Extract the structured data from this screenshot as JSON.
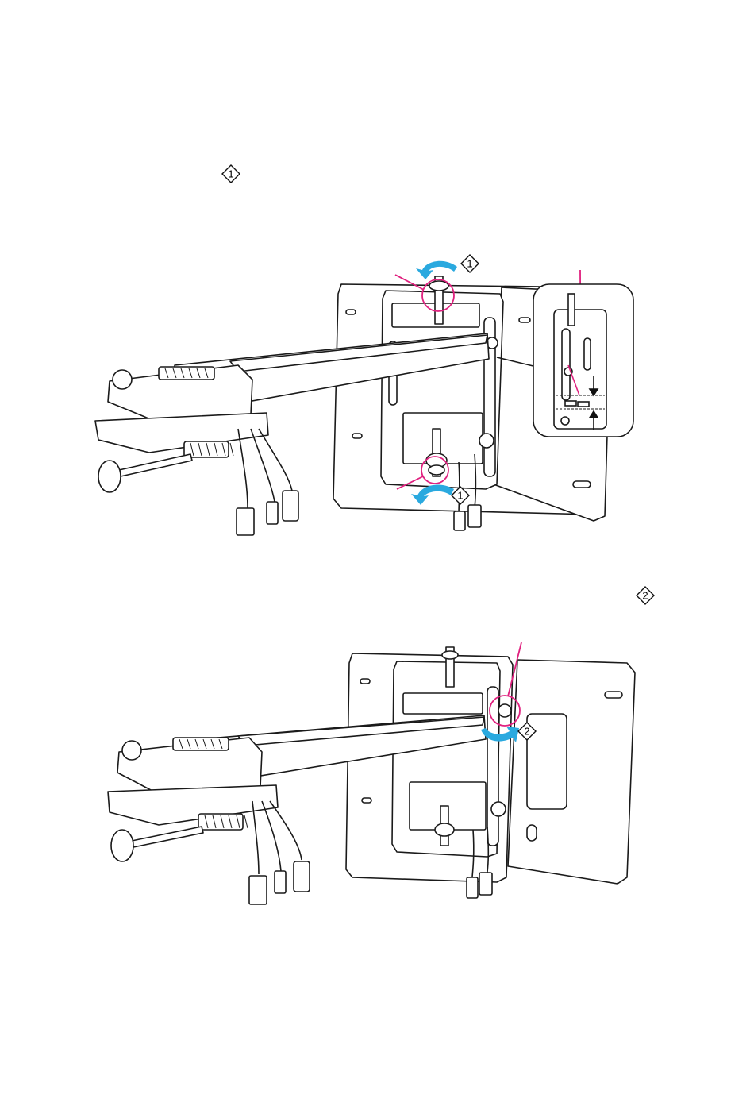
{
  "step_markers": {
    "step1": "1",
    "step2": "2"
  },
  "figure1": {
    "callouts": [
      "1",
      "1"
    ],
    "colors": {
      "line": "#1a1a1a",
      "highlight": "#e0217f",
      "arrow": "#2aa9df",
      "panel": "#ffffff"
    }
  },
  "figure2": {
    "callouts": [
      "2"
    ]
  }
}
